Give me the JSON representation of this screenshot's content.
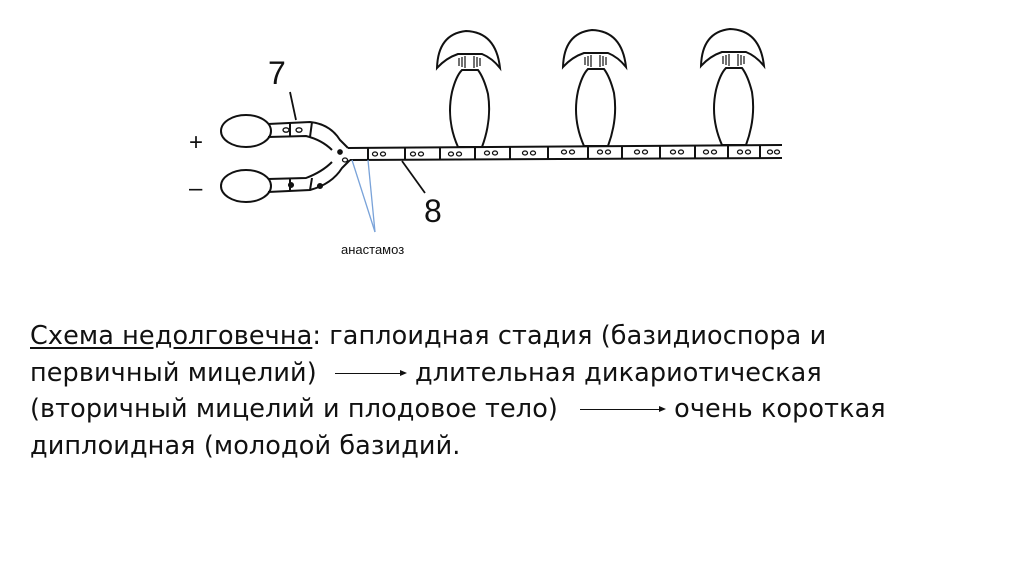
{
  "diagram": {
    "labels": {
      "plus": "+",
      "minus": "–",
      "n7": "7",
      "n8": "8",
      "anastomosis": "анастамоз"
    }
  },
  "text": {
    "line1_underlined": "Схема недолговечна",
    "line1_rest": ": гаплоидная стадия (базидиоспора и",
    "line2_a": "первичный мицелий)",
    "line2_b": "длительная дикариотическая",
    "line3_a": "(вторичный мицелий и плодовое тело)",
    "line3_b": "очень короткая",
    "line4": "диплоидная (молодой базидий."
  },
  "colors": {
    "line": "#111111",
    "pointer": "#7aa3d9"
  }
}
